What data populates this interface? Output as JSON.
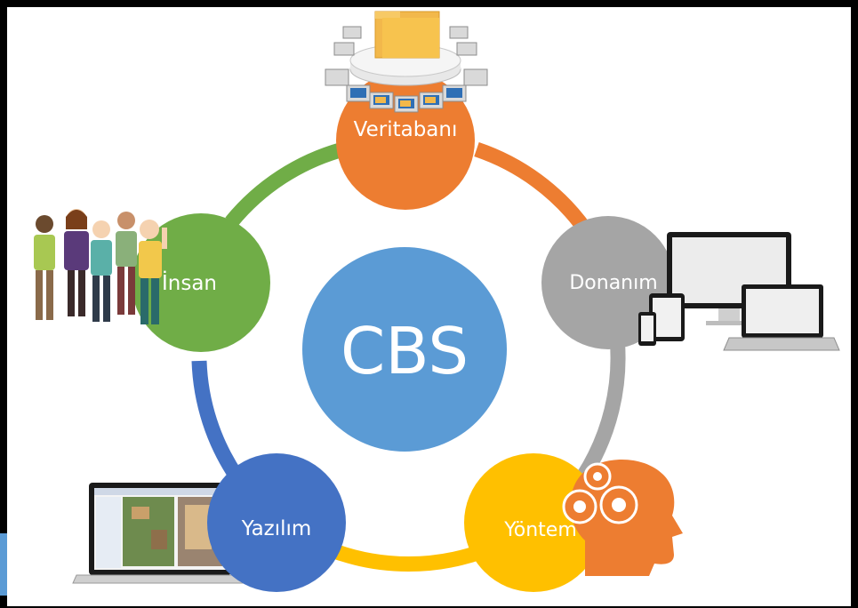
{
  "center": {
    "label": "CBS",
    "color": "#5b9bd5"
  },
  "nodes": [
    {
      "id": "veritabani",
      "label": "Veritabanı",
      "color": "#ed7d31",
      "icon": "database-folder-network-icon"
    },
    {
      "id": "donanim",
      "label": "Donanım",
      "color": "#a5a5a5",
      "icon": "computer-devices-icon"
    },
    {
      "id": "yontem",
      "label": "Yöntem",
      "color": "#ffc000",
      "icon": "head-gears-icon"
    },
    {
      "id": "yazilim",
      "label": "Yazılım",
      "color": "#4472c4",
      "icon": "laptop-software-icon"
    },
    {
      "id": "insan",
      "label": "İnsan",
      "color": "#70ad47",
      "icon": "group-of-people-icon"
    }
  ]
}
